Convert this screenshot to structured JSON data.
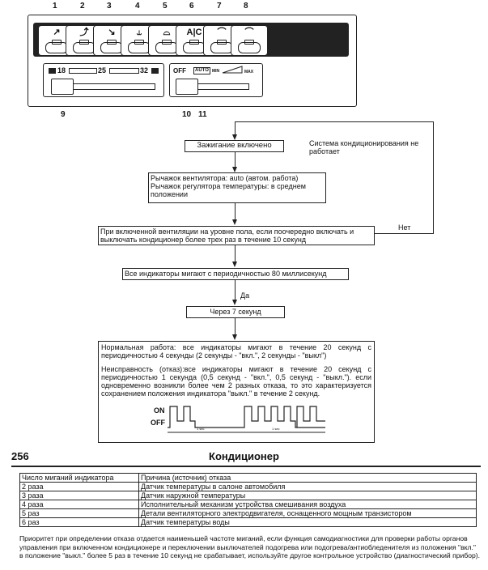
{
  "panel": {
    "button_numbers": [
      "1",
      "2",
      "3",
      "4",
      "5",
      "6",
      "7",
      "8"
    ],
    "buttons": [
      {
        "icon": "vent-face-icon",
        "glyph": "↗"
      },
      {
        "icon": "vent-bilevel-icon",
        "glyph": "⤴"
      },
      {
        "icon": "vent-foot-icon",
        "glyph": "↘"
      },
      {
        "icon": "vent-foot-defrost-icon",
        "glyph": "⥿"
      },
      {
        "icon": "defrost-icon",
        "glyph": "⌓"
      },
      {
        "icon": "ac-icon",
        "glyph": "A|C"
      },
      {
        "icon": "recirculation-icon",
        "glyph": "⌒"
      },
      {
        "icon": "fresh-air-icon",
        "glyph": "⌒"
      }
    ],
    "temp_scale": {
      "min": "18",
      "mid": "25",
      "max": "32"
    },
    "fan_labels": {
      "off": "OFF",
      "auto": "AUTO",
      "min": "MIN",
      "max": "MAX"
    },
    "callout_numbers": {
      "temp_lever": "9",
      "fan_lever": "10",
      "auto_indicator": "11"
    }
  },
  "flow": {
    "step1": "Зажигание включено",
    "side_note": "Система кондиционирования не работает",
    "step2_line1": "Рычажок вентилятора: auto (автом. работа)",
    "step2_line2": "Рычажок регулятора температуры: в среднем положении",
    "step3": "При включенной вентиляции на уровне пола, если поочередно включать и выключать кондиционер более трех раз в течение 10 секунд",
    "no_label": "Нет",
    "step4": "Все индикаторы мигают с периодичностью 80 миллисекунд",
    "yes_label": "Да",
    "step5": "Через 7 секунд",
    "normal": "Нормальная работа: все индикаторы мигают в течение 20 секунд с периодичностью 4 секунды (2 секунды - \"вкл.\", 2 секунды - \"выкл\")",
    "fault": "Неисправность (отказ):все индикаторы мигают в течение 20 секунд с периодичностью 1 секунда (0,5 секунд - \"вкл.\", 0,5 секунд - \"выкл.\"). если одновременно возникли более чем 2 разных отказа, то это характеризуется сохранением положения индикатора \"выкл.\" в течение 2 секунд.",
    "timing": {
      "on_label": "ON",
      "off_label": "OFF",
      "gap_label": "1 sec",
      "pulse_label": "0,5"
    }
  },
  "page": {
    "number": "256",
    "title": "Кондиционер"
  },
  "table": {
    "headers": [
      "Число миганий индикатора",
      "Причина (источник) отказа"
    ],
    "rows": [
      [
        "2 раза",
        "Датчик температуры в салоне автомобиля"
      ],
      [
        "3 раза",
        "Датчик наружной температуры"
      ],
      [
        "4 раза",
        "Исполнительный механизм устройства смешивания воздуха"
      ],
      [
        "5 раз",
        "Детали вентиляторного электродвигателя, оснащенного мощным транзистором"
      ],
      [
        "6 раз",
        "Датчик температуры воды"
      ]
    ]
  },
  "footnote": "Приоритет при определении отказа отдается наименьшей частоте миганий, если функция самодиагностики для проверки работы органов управления при включенном кондиционере и переключении выключателей подогрева или подогрева/антиобледенителя из положения \"вкл.\" в положение \"выкл.\" более 5 раз в течение 10 секунд не срабатывает, используйте другое контрольное устройство (диагностический прибор)."
}
